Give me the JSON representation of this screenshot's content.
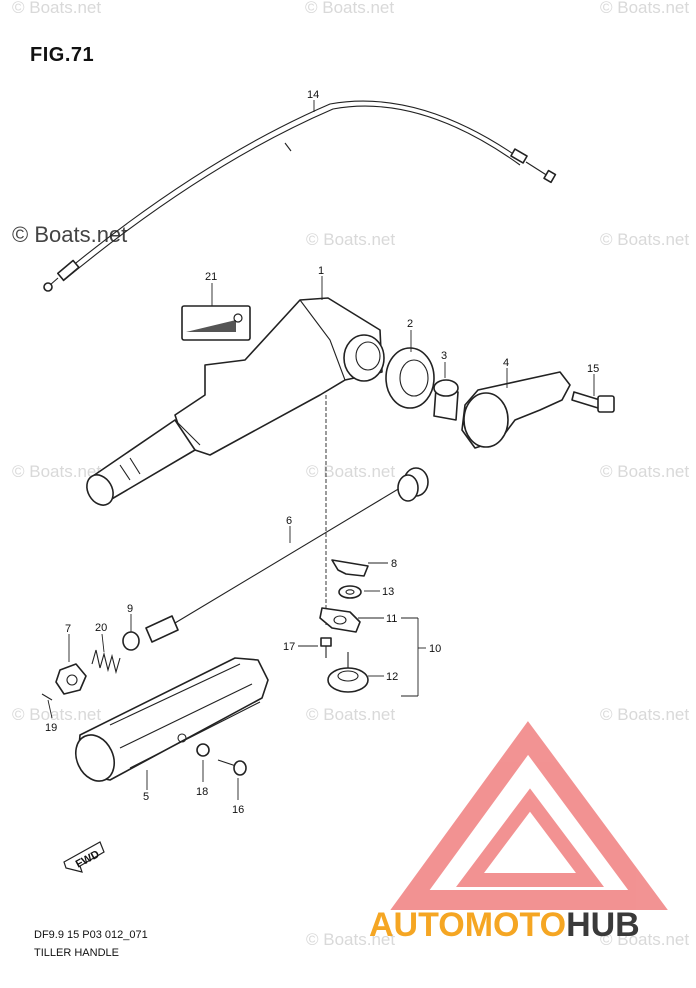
{
  "figure_title": "FIG.71",
  "diagram_code": "DF9.9 15 P03 012_071",
  "diagram_name": "TILLER HANDLE",
  "watermark_text": "© Boats.net",
  "logo": {
    "text_prefix": "AUTOMOTO",
    "text_suffix": "HUB",
    "prefix_color": "#f5a623",
    "suffix_color": "#3a3a3a",
    "triangle_color": "#f08080"
  },
  "direction_marker": "FWD",
  "callouts": [
    "1",
    "2",
    "3",
    "4",
    "5",
    "6",
    "7",
    "8",
    "9",
    "10",
    "11",
    "12",
    "13",
    "14",
    "15",
    "16",
    "17",
    "18",
    "19",
    "20",
    "21"
  ]
}
